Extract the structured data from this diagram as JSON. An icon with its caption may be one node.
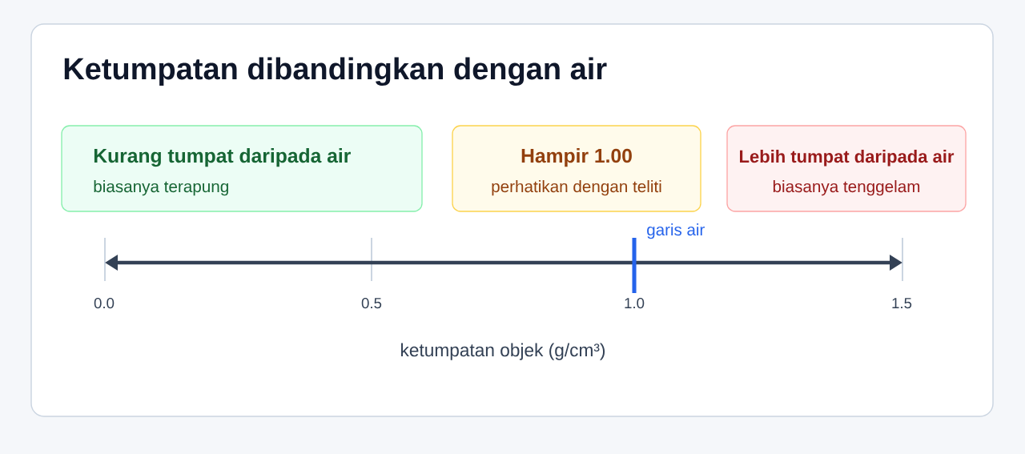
{
  "diagram": {
    "title": "Ketumpatan dibandingkan dengan air",
    "nodes": [
      {
        "text": [
          "Kurang tumpat daripada air",
          "biasanya terapung"
        ]
      },
      {
        "text": [
          "Hampir 1.00",
          "perhatikan dengan teliti"
        ]
      },
      {
        "text": [
          "Lebih tumpat daripada air",
          "biasanya tenggelam"
        ]
      }
    ],
    "labels": [
      "garis air",
      "0.0",
      "0.5",
      "1.0",
      "1.5",
      "ketumpatan objek (g/cm³)"
    ]
  }
}
